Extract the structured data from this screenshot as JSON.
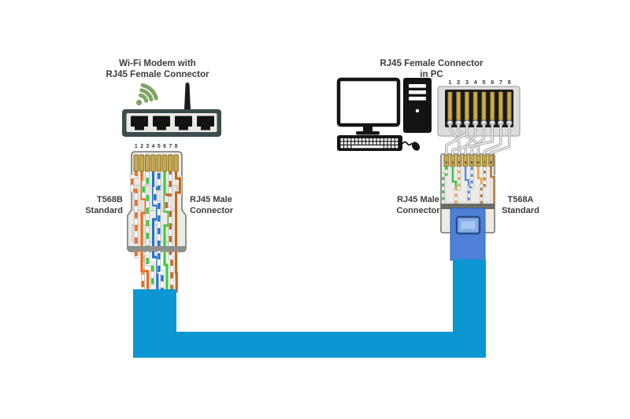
{
  "left": {
    "title_line1": "Wi-Fi Modem with",
    "title_line2": "RJ45 Female Connector",
    "standard_line1": "T568B",
    "standard_line2": "Standard",
    "connector_line1": "RJ45 Male",
    "connector_line2": "Connector"
  },
  "right": {
    "title_line1": "RJ45 Female Connector",
    "title_line2": "in PC",
    "connector_line1": "RJ45 Male",
    "connector_line2": "Connector",
    "standard_line1": "T568A",
    "standard_line2": "Standard"
  },
  "pin_numbers": [
    "1",
    "2",
    "3",
    "4",
    "5",
    "6",
    "7",
    "8"
  ],
  "wiring": {
    "t568b": [
      "white-orange",
      "orange",
      "white-green",
      "blue",
      "white-blue",
      "green",
      "white-brown",
      "brown"
    ],
    "t568a": [
      "white-green",
      "green",
      "white-orange",
      "blue",
      "white-blue",
      "orange",
      "white-brown",
      "brown"
    ],
    "crossover_map": [
      3,
      6,
      1,
      4,
      5,
      2,
      7,
      8
    ]
  },
  "icons": {
    "wifi": "wifi-signal-icon",
    "antenna": "antenna-icon",
    "modem": "modem-icon",
    "monitor": "monitor-icon",
    "tower": "pc-tower-icon",
    "keyboard": "keyboard-icon",
    "mouse": "mouse-icon"
  },
  "colors": {
    "cable": "#0d97d2",
    "boot": "#4d80d6",
    "boot_window_border": "#2b4c8d",
    "boot_window_fill": "#84abe8",
    "boot_window_inner": "#a9c6f0",
    "gold": "#c9a94f",
    "gold_border": "#8a7128",
    "wifi_green": "#7ea463",
    "connector_body": "#ecebe8",
    "connector_border": "#85857f",
    "gray_wire": "#9a9a98",
    "text": "#3d3d3d",
    "left_palette": {
      "orange": "#ed6a1d",
      "green": "#3ecb3e",
      "blue": "#2273cc",
      "brown": "#c4661f",
      "white": "#ffffff"
    },
    "right_palette": {
      "orange": "#e9a63c",
      "green": "#45bf45",
      "blue": "#5e8fd8",
      "brown": "#b4793f",
      "white": "#ffffff"
    }
  }
}
